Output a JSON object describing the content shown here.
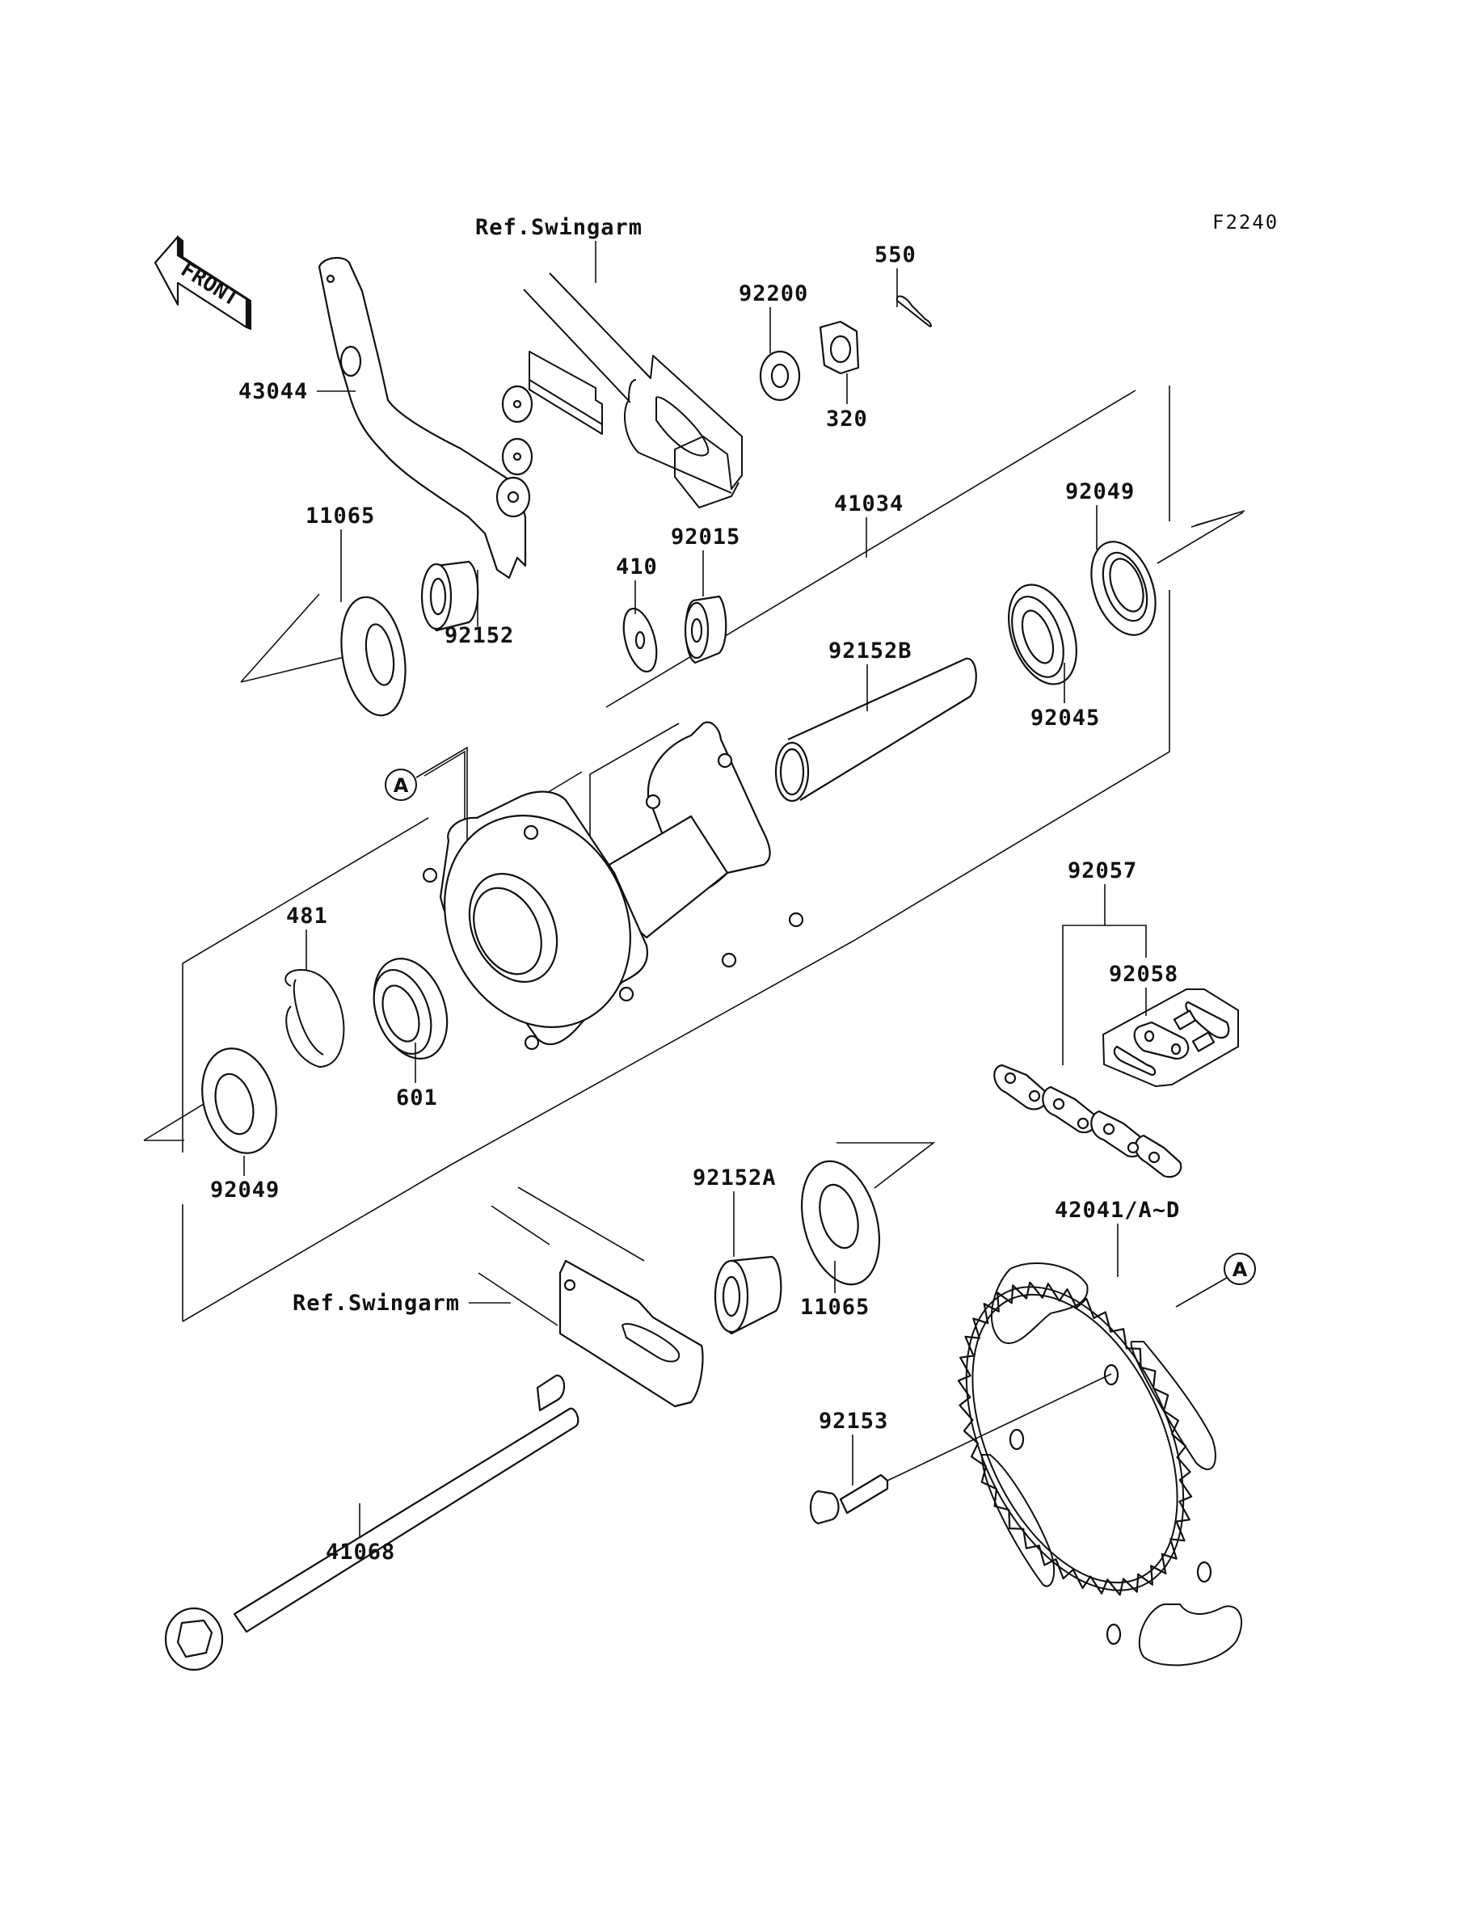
{
  "diagram": {
    "figure_code": "F2240",
    "direction_marker": "FRONT",
    "reference_labels": {
      "swingarm_top": "Ref.Swingarm",
      "swingarm_bottom": "Ref.Swingarm"
    },
    "callouts": {
      "left": "A",
      "right": "A"
    },
    "part_labels": {
      "p550": "550",
      "p92200": "92200",
      "p43044": "43044",
      "p320": "320",
      "p41034": "41034",
      "p92049_top": "92049",
      "p11065_top": "11065",
      "p92015": "92015",
      "p410": "410",
      "p92152": "92152",
      "p92152B": "92152B",
      "p92045": "92045",
      "p92057": "92057",
      "p481": "481",
      "p92058": "92058",
      "p601": "601",
      "p92049_bottom": "92049",
      "p92152A": "92152A",
      "p42041": "42041/A~D",
      "p11065_bottom": "11065",
      "p92153": "92153",
      "p41068": "41068"
    }
  }
}
